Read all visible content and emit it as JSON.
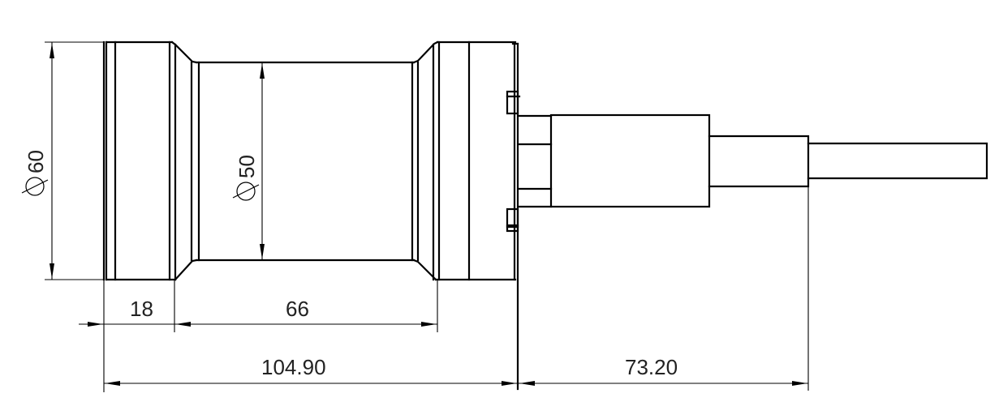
{
  "drawing": {
    "type": "technical-side-view",
    "units": "mm",
    "colors": {
      "line": "#000000",
      "background": "#ffffff",
      "text": "#222222"
    },
    "dimensions": {
      "outer_diameter": {
        "symbol": "⌀",
        "value": "60",
        "label": "Ø60",
        "orientation": "vertical"
      },
      "inner_diameter": {
        "symbol": "⌀",
        "value": "50",
        "label": "Ø50",
        "orientation": "vertical"
      },
      "flange_length": {
        "value": "18",
        "orientation": "horizontal"
      },
      "waist_length": {
        "value": "66",
        "orientation": "horizontal"
      },
      "body_length": {
        "value": "104.90",
        "orientation": "horizontal"
      },
      "cable_length": {
        "value": "73.20",
        "orientation": "horizontal"
      }
    },
    "parts": [
      "left-flange",
      "waist-body",
      "right-flange",
      "connector-plate",
      "connector-housing",
      "cable-gland",
      "cable"
    ]
  }
}
